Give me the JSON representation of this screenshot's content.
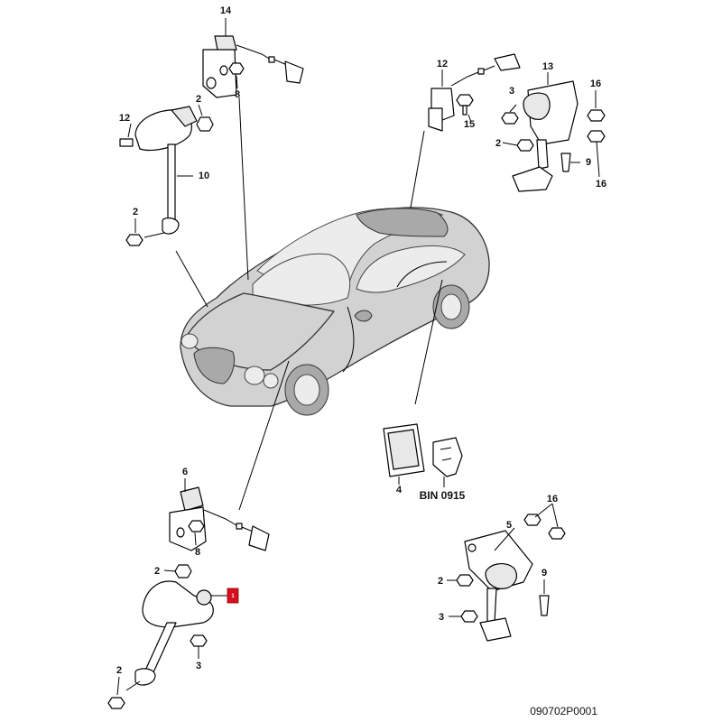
{
  "callouts": {
    "c14": "14",
    "c8_top": "8",
    "c2_top_left": "2",
    "c12_left": "12",
    "c10": "10",
    "c2_left_mid": "2",
    "c12_right": "12",
    "c15": "15",
    "c13": "13",
    "c3_top_right": "3",
    "c16_top": "16",
    "c2_right_top": "2",
    "c9_top": "9",
    "c16_right": "16",
    "c4": "4",
    "c6": "6",
    "c8_bottom": "8",
    "c2_bottom_left_a": "2",
    "c3_bottom_left": "3",
    "c2_bottom_left_b": "2",
    "c16_bottom": "16",
    "c5": "5",
    "c9_bottom": "9",
    "c2_bottom_right": "2",
    "c3_bottom_right": "3"
  },
  "bin_label": "BIN 0915",
  "diagram_code": "090702P0001",
  "highlight_marker": {
    "label": "1",
    "color": "#d61020"
  }
}
